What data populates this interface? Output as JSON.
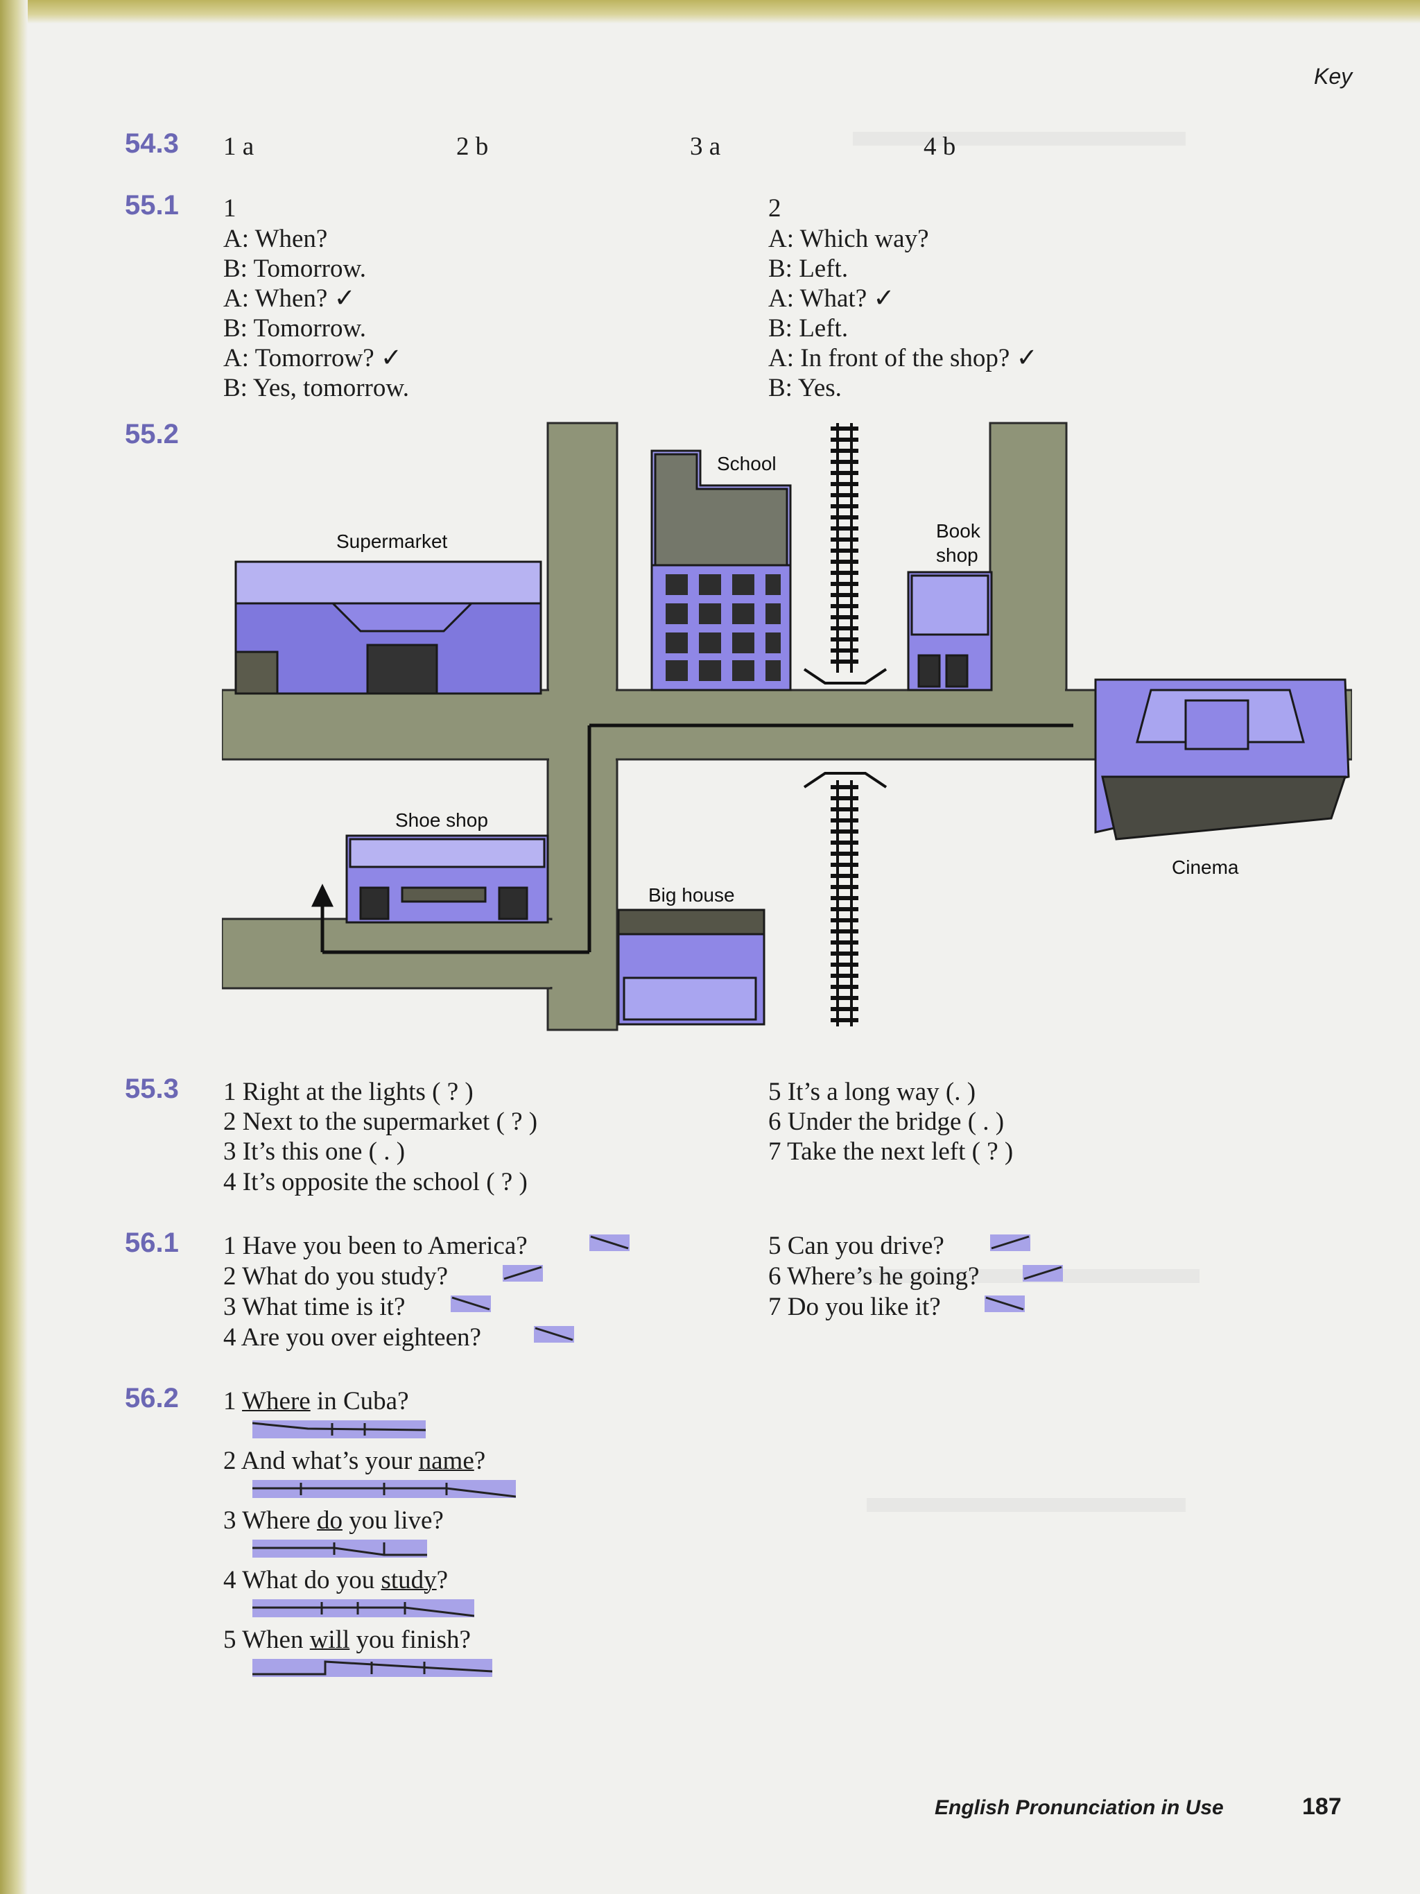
{
  "header": {
    "key_label": "Key"
  },
  "s543": {
    "num": "54.3",
    "a1": "1 a",
    "a2": "2 b",
    "a3": "3 a",
    "a4": "4 b"
  },
  "s551": {
    "num": "55.1",
    "col1": {
      "n": "1",
      "lines": [
        "A: When?",
        "B: Tomorrow.",
        "A: When? ✓",
        "B: Tomorrow.",
        "A: Tomorrow? ✓",
        "B: Yes, tomorrow."
      ]
    },
    "col2": {
      "n": "2",
      "lines": [
        "A: Which way?",
        "B: Left.",
        "A: What? ✓",
        "B: Left.",
        "A: In front of the shop? ✓",
        "B: Yes."
      ]
    }
  },
  "s552": {
    "num": "55.2",
    "map_labels": {
      "school": "School",
      "supermarket": "Supermarket",
      "book": "Book",
      "shop": "shop",
      "shoe_shop": "Shoe shop",
      "big_house": "Big house",
      "cinema": "Cinema"
    }
  },
  "s553": {
    "num": "55.3",
    "left": [
      "1 Right at the lights ( ? )",
      "2 Next to the supermarket ( ? )",
      "3 It’s this one ( . )",
      "4 It’s opposite the school ( ? )"
    ],
    "right": [
      "5 It’s a long way (. )",
      "6 Under the bridge ( . )",
      "7 Take the next left ( ? )"
    ]
  },
  "s561": {
    "num": "56.1",
    "left": [
      "1 Have you been to America?",
      "2 What do you study?",
      "3 What time is it?",
      "4 Are you over eighteen?"
    ],
    "right": [
      "5 Can you drive?",
      "6 Where’s he going?",
      "7 Do you like it?"
    ]
  },
  "s562": {
    "num": "56.2",
    "items": [
      {
        "n": "1",
        "pre": "",
        "u": "Where",
        "post": " in Cuba?"
      },
      {
        "n": "2",
        "pre": "And what’s your ",
        "u": "name",
        "post": "?"
      },
      {
        "n": "3",
        "pre": "Where ",
        "u": "do",
        "post": " you live?"
      },
      {
        "n": "4",
        "pre": "What do you ",
        "u": "study",
        "post": "?"
      },
      {
        "n": "5",
        "pre": "When ",
        "u": "will",
        "post": " you finish?"
      }
    ]
  },
  "footer": {
    "book_title": "English Pronunciation in Use",
    "page_number": "187"
  },
  "colors": {
    "accent": "#6b67b4",
    "road": "#8f9478",
    "building": "#8f87e6",
    "mark": "#a8a3e8"
  }
}
